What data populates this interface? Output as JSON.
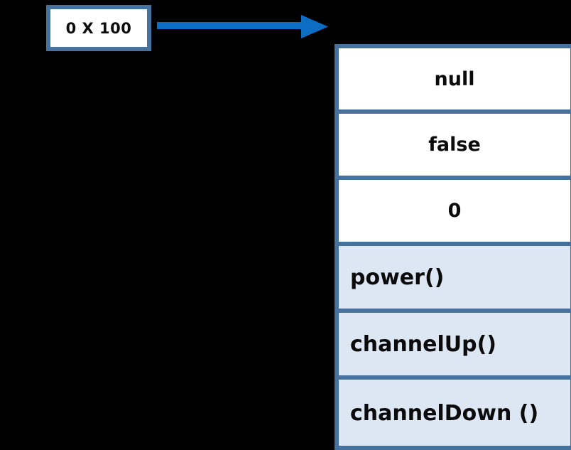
{
  "diagram": {
    "background_color": "#000000",
    "border_color": "#47729e",
    "arrow_color": "#0b6ec4",
    "attribute_fill": "#ffffff",
    "method_fill": "#dde7f3",
    "text_color": "#0b0b0b",
    "reference": {
      "label": "0 X 100"
    },
    "arrow": {
      "name": "points-to-arrow"
    },
    "object": {
      "attributes": [
        {
          "value": "null"
        },
        {
          "value": "false"
        },
        {
          "value": "0"
        }
      ],
      "methods": [
        {
          "signature": "power()"
        },
        {
          "signature": "channelUp()"
        },
        {
          "signature": "channelDown ()"
        }
      ]
    }
  }
}
